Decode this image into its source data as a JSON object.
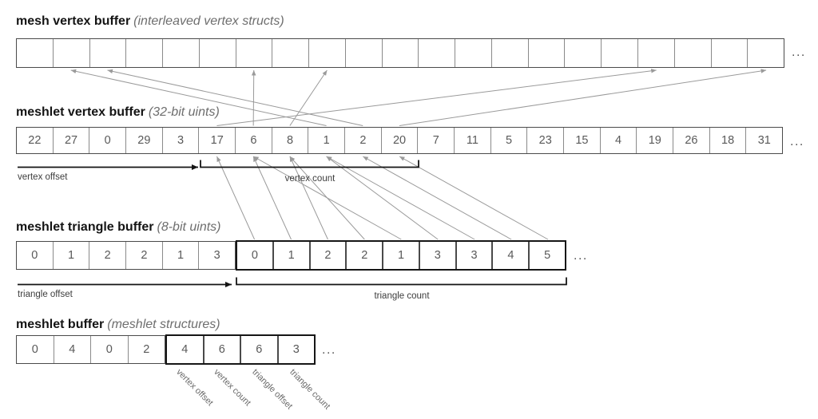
{
  "sections": [
    {
      "id": "mesh_vertex",
      "title": "mesh vertex buffer",
      "subtitle": "(interleaved vertex structs)",
      "cells": [
        "",
        "",
        "",
        "",
        "",
        "",
        "",
        "",
        "",
        "",
        "",
        "",
        "",
        "",
        "",
        "",
        "",
        "",
        "",
        "",
        ""
      ],
      "ellipsis": "..."
    },
    {
      "id": "meshlet_vertex",
      "title": "meshlet vertex buffer",
      "subtitle": "(32-bit uints)",
      "cells": [
        "22",
        "27",
        "0",
        "29",
        "3",
        "17",
        "6",
        "8",
        "1",
        "2",
        "20",
        "7",
        "11",
        "5",
        "23",
        "15",
        "4",
        "19",
        "26",
        "18",
        "31"
      ],
      "ellipsis": "...",
      "offset_label": "vertex offset",
      "count_label": "vertex count"
    },
    {
      "id": "meshlet_triangle",
      "title": "meshlet triangle buffer",
      "subtitle": "(8-bit uints)",
      "cells": [
        "0",
        "1",
        "2",
        "2",
        "1",
        "3",
        "0",
        "1",
        "2",
        "2",
        "1",
        "3",
        "3",
        "4",
        "5"
      ],
      "bold_from": 6,
      "ellipsis": "...",
      "offset_label": "triangle offset",
      "count_label": "triangle count"
    },
    {
      "id": "meshlet",
      "title": "meshlet buffer",
      "subtitle": "(meshlet structures)",
      "cells": [
        "0",
        "4",
        "0",
        "2",
        "4",
        "6",
        "6",
        "3"
      ],
      "bold_from": 4,
      "ellipsis": "...",
      "field_labels": [
        "vertex offset",
        "vertex count",
        "triangle offset",
        "triangle count"
      ]
    }
  ],
  "arrows": {
    "vertex_lookups": [
      [
        5,
        17
      ],
      [
        6,
        6
      ],
      [
        7,
        8
      ],
      [
        8,
        1
      ],
      [
        9,
        2
      ],
      [
        10,
        20
      ]
    ],
    "triangle_lookups": [
      [
        6,
        5
      ],
      [
        7,
        6
      ],
      [
        8,
        7
      ],
      [
        9,
        7
      ],
      [
        10,
        6
      ],
      [
        11,
        8
      ],
      [
        12,
        8
      ],
      [
        13,
        9
      ],
      [
        14,
        10
      ]
    ]
  },
  "colors": {
    "ink": "#141414",
    "arrow_gray": "#9a9a9a",
    "border_dark": "#4a4a4a",
    "separator": "#8a8a8a",
    "bold_border": "#161616",
    "number": "#595959",
    "label": "#3d3d3d",
    "subtitle": "#6e6e6e",
    "rotlabel": "#6b6b6b"
  }
}
